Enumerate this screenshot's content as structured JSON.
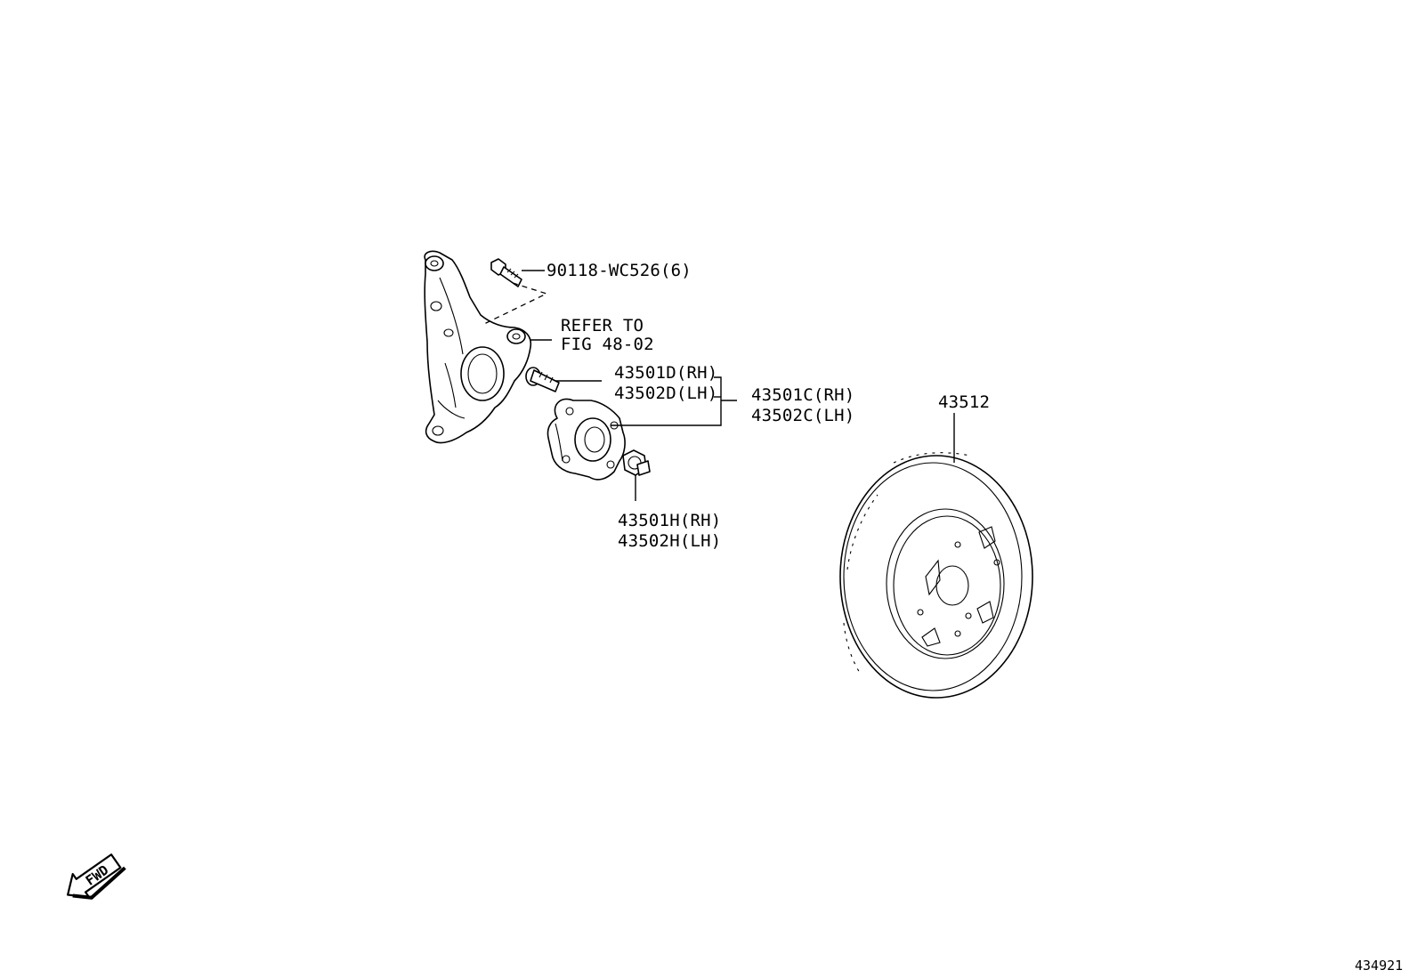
{
  "labels": {
    "bolt": "90118-WC526(6)",
    "refer_line1": "REFER TO",
    "refer_line2": "FIG 48-02",
    "hub_bolt_rh": "43501D(RH)",
    "hub_bolt_lh": "43502D(LH)",
    "hub_assy_rh": "43501C(RH)",
    "hub_assy_lh": "43502C(LH)",
    "nut_rh": "43501H(RH)",
    "nut_lh": "43502H(LH)",
    "disc": "43512",
    "fwd": "FWD",
    "figure_id": "434921"
  },
  "icons": {
    "direction_arrow": "fwd-arrow-icon"
  }
}
